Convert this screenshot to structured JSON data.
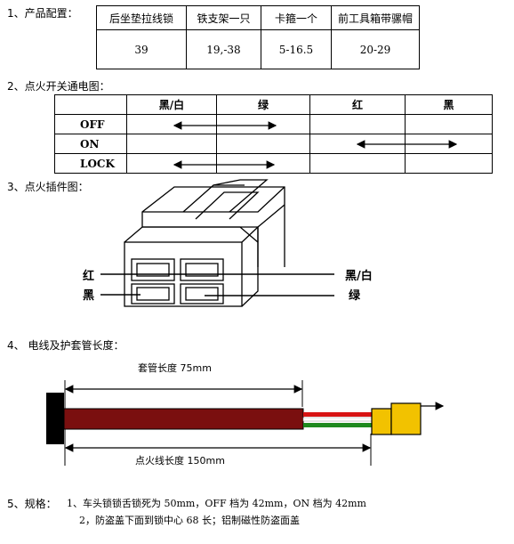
{
  "section1": {
    "title": "1、产品配置：",
    "headers": [
      "后坐垫拉线锁",
      "铁支架一只",
      "卡箍一个",
      "前工具箱带骡帽"
    ],
    "values": [
      "39",
      "19,-38",
      "5-16.5",
      "20-29"
    ]
  },
  "section2": {
    "title": "2、点火开关通电图：",
    "headers": [
      "",
      "黑/白",
      "绿",
      "红",
      "黑"
    ],
    "rows": [
      "OFF",
      "ON",
      "LOCK"
    ]
  },
  "section3": {
    "title": "3、点火插件图：",
    "labels": {
      "left_top": "红",
      "left_bottom": "黑",
      "right_top": "黑/白",
      "right_bottom": "绿"
    }
  },
  "section4": {
    "title": "4、 电线及护套管长度：",
    "sleeve_label": "套管长度 75mm",
    "wire_label": "点火线长度 150mm"
  },
  "section5": {
    "title": "5、规格：",
    "line1": "1、车头锁锁舌锁死为 50mm，OFF 档为 42mm，ON 档为 42mm",
    "line2": "2，防盗盖下面到锁中心 68 长；铝制磁性防盗面盖"
  },
  "colors": {
    "sleeve": "#7a0f0f",
    "wire_red": "#d81414",
    "wire_green": "#1f8a1f",
    "plug": "#f2c200"
  }
}
